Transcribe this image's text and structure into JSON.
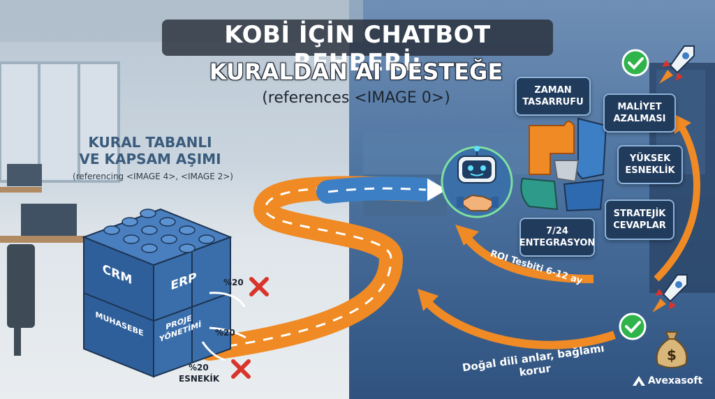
{
  "title": {
    "line1": "KOBİ İÇİN CHATBOT REHBERİ:",
    "line2": "KURALDAN AI DESTEĞE",
    "subtitle": "(references <IMAGE 0>)"
  },
  "left_panel": {
    "heading_line1": "KURAL TABANLI",
    "heading_line2": "VE KAPSAM AŞIMI",
    "reference": "(referencing <IMAGE 4>, <IMAGE 2>)",
    "blocks": [
      "CRM",
      "ERP",
      "MUHASEBE",
      "PROJE YÖNETİMİ"
    ],
    "percent_labels": [
      "%20",
      "%20",
      "%20"
    ],
    "bottom_label": "ESNEKİK"
  },
  "benefits": {
    "zaman": "ZAMAN TASARRUFU",
    "maliyet": "MALİYET AZALMASI",
    "esneklik": "YÜKSEK ESNEKLİK",
    "stratejik": "STRATEJİK CEVAPLAR",
    "entegrasyon": "7/24 ENTEGRASYON"
  },
  "arrows": {
    "roi": "ROI Tesbiti 6-12 ay",
    "dogal": "Doğal dili anlar, bağlamı korur"
  },
  "brand": "Avexasoft",
  "colors": {
    "orange": "#f08a24",
    "road_blue": "#3d7fc4",
    "block_blue": "#2f5f9a",
    "check_green": "#2fb34a",
    "cross_red": "#d9342b"
  },
  "icons": [
    "robot-icon",
    "handshake-icon",
    "check-icon",
    "rocket-icon",
    "cross-icon",
    "money-bag-icon",
    "puzzle-icon"
  ]
}
